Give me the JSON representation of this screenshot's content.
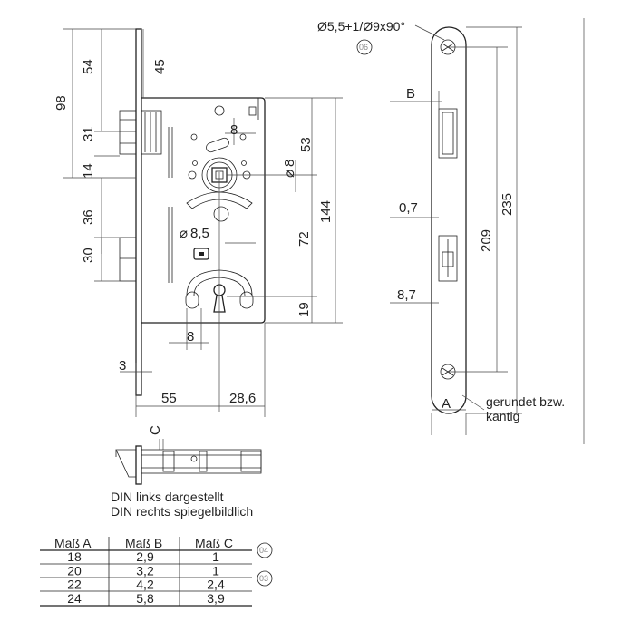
{
  "dims": {
    "d54": "54",
    "d45": "45",
    "d98": "98",
    "d31": "31",
    "d14": "14",
    "d36": "36",
    "d30": "30",
    "d8a": "8",
    "d53": "53",
    "d8b": "8",
    "d85": "8,5",
    "d72": "72",
    "d144": "144",
    "d19": "19",
    "d8c": "8",
    "d3": "3",
    "d55": "55",
    "d286": "28,6",
    "dC": "C",
    "dB": "B",
    "d07": "0,7",
    "d87": "8,7",
    "d209": "209",
    "d235": "235",
    "dA": "A"
  },
  "symbols": {
    "dia1": "⌀",
    "dia2": "⌀"
  },
  "notes": {
    "screw_spec": "Ø5,5+1/Ø9x90°",
    "circle06": "06",
    "circle04": "04",
    "circle03": "03",
    "edge_line1": "gerundet bzw.",
    "edge_line2": "kantig",
    "din_line1": "DIN links dargestellt",
    "din_line2": "DIN rechts spiegelbildlich"
  },
  "table": {
    "headers": [
      "Maß A",
      "Maß B",
      "Maß C"
    ],
    "rows": [
      [
        "18",
        "2,9",
        "1"
      ],
      [
        "20",
        "3,2",
        "1"
      ],
      [
        "22",
        "4,2",
        "2,4"
      ],
      [
        "24",
        "5,8",
        "3,9"
      ]
    ]
  }
}
